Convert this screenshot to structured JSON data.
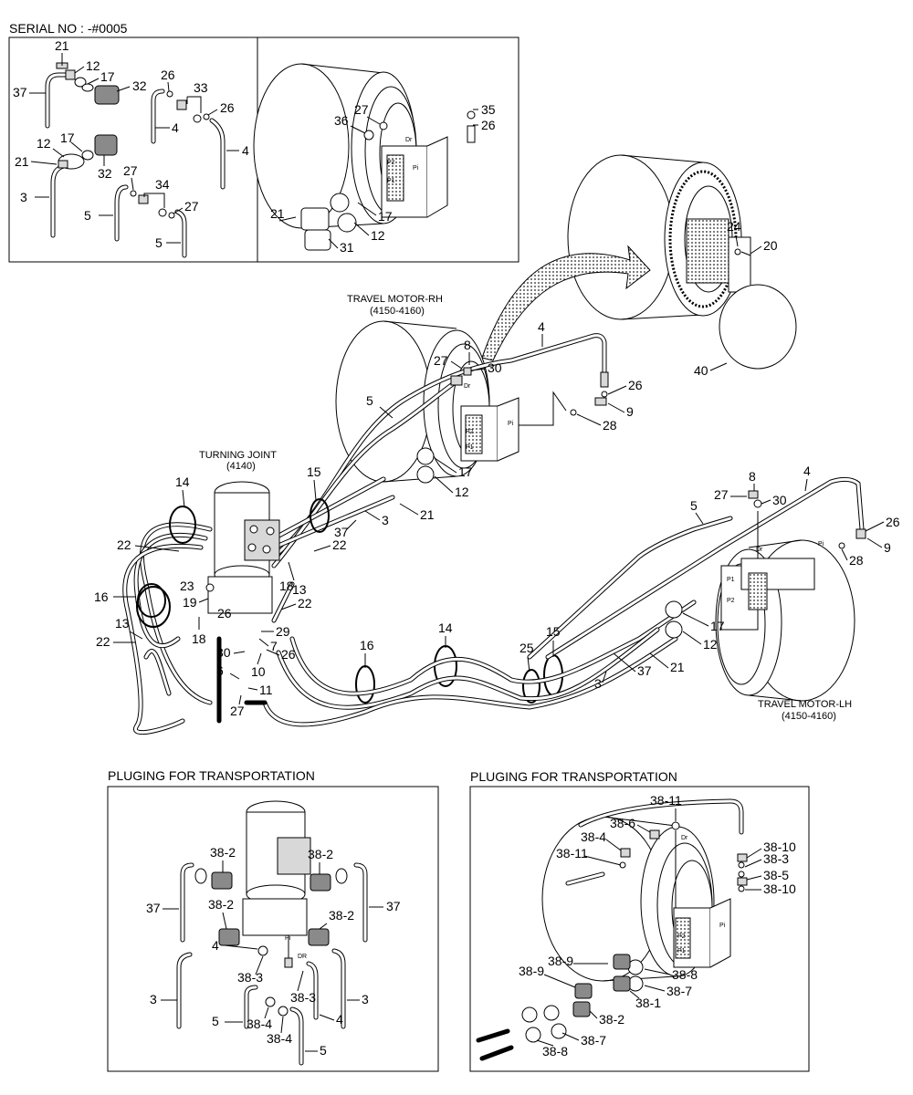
{
  "serial": "SERIAL NO : -#0005",
  "headings": {
    "travel_motor_rh": "TRAVEL MOTOR-RH",
    "travel_motor_rh_code": "(4150-4160)",
    "turning_joint": "TURNING JOINT",
    "turning_joint_code": "(4140)",
    "travel_motor_lh": "TRAVEL MOTOR-LH",
    "travel_motor_lh_code": "(4150-4160)",
    "pluging_left": "PLUGING FOR TRANSPORTATION",
    "pluging_right": "PLUGING FOR TRANSPORTATION"
  },
  "port_marks": {
    "p1": "P1",
    "p2": "P2",
    "pi": "Pi",
    "dr": "Dr",
    "dr_caps": "DR"
  },
  "callouts": {
    "box1": [
      "21",
      "12",
      "17",
      "37",
      "32",
      "26",
      "33",
      "26",
      "4",
      "4",
      "12",
      "17",
      "21",
      "32",
      "3",
      "27",
      "34",
      "27",
      "5",
      "5"
    ],
    "box2": [
      "35",
      "26",
      "27",
      "36",
      "21",
      "17",
      "12",
      "31"
    ],
    "main": [
      "24",
      "20",
      "40",
      "4",
      "8",
      "27",
      "30",
      "26",
      "9",
      "28",
      "5",
      "17",
      "12",
      "21",
      "3",
      "37",
      "15",
      "14",
      "22",
      "22",
      "23",
      "19",
      "18",
      "13",
      "16",
      "13",
      "22",
      "18",
      "26",
      "29",
      "22",
      "7",
      "30",
      "26",
      "10",
      "6",
      "11",
      "27",
      "16",
      "14",
      "25",
      "15",
      "8",
      "27",
      "30",
      "4",
      "5",
      "26",
      "9",
      "28",
      "17",
      "12",
      "21",
      "37",
      "3"
    ],
    "plug_left": [
      "38-2",
      "38-2",
      "37",
      "38-2",
      "38-2",
      "37",
      "4",
      "38-3",
      "38-3",
      "4",
      "3",
      "3",
      "5",
      "38-4",
      "38-4",
      "5"
    ],
    "plug_right": [
      "38-11",
      "38-6",
      "38-4",
      "38-11",
      "38-10",
      "38-3",
      "38-5",
      "38-10",
      "38-9",
      "38-9",
      "38-8",
      "38-7",
      "38-1",
      "38-2",
      "38-7",
      "38-8"
    ]
  }
}
